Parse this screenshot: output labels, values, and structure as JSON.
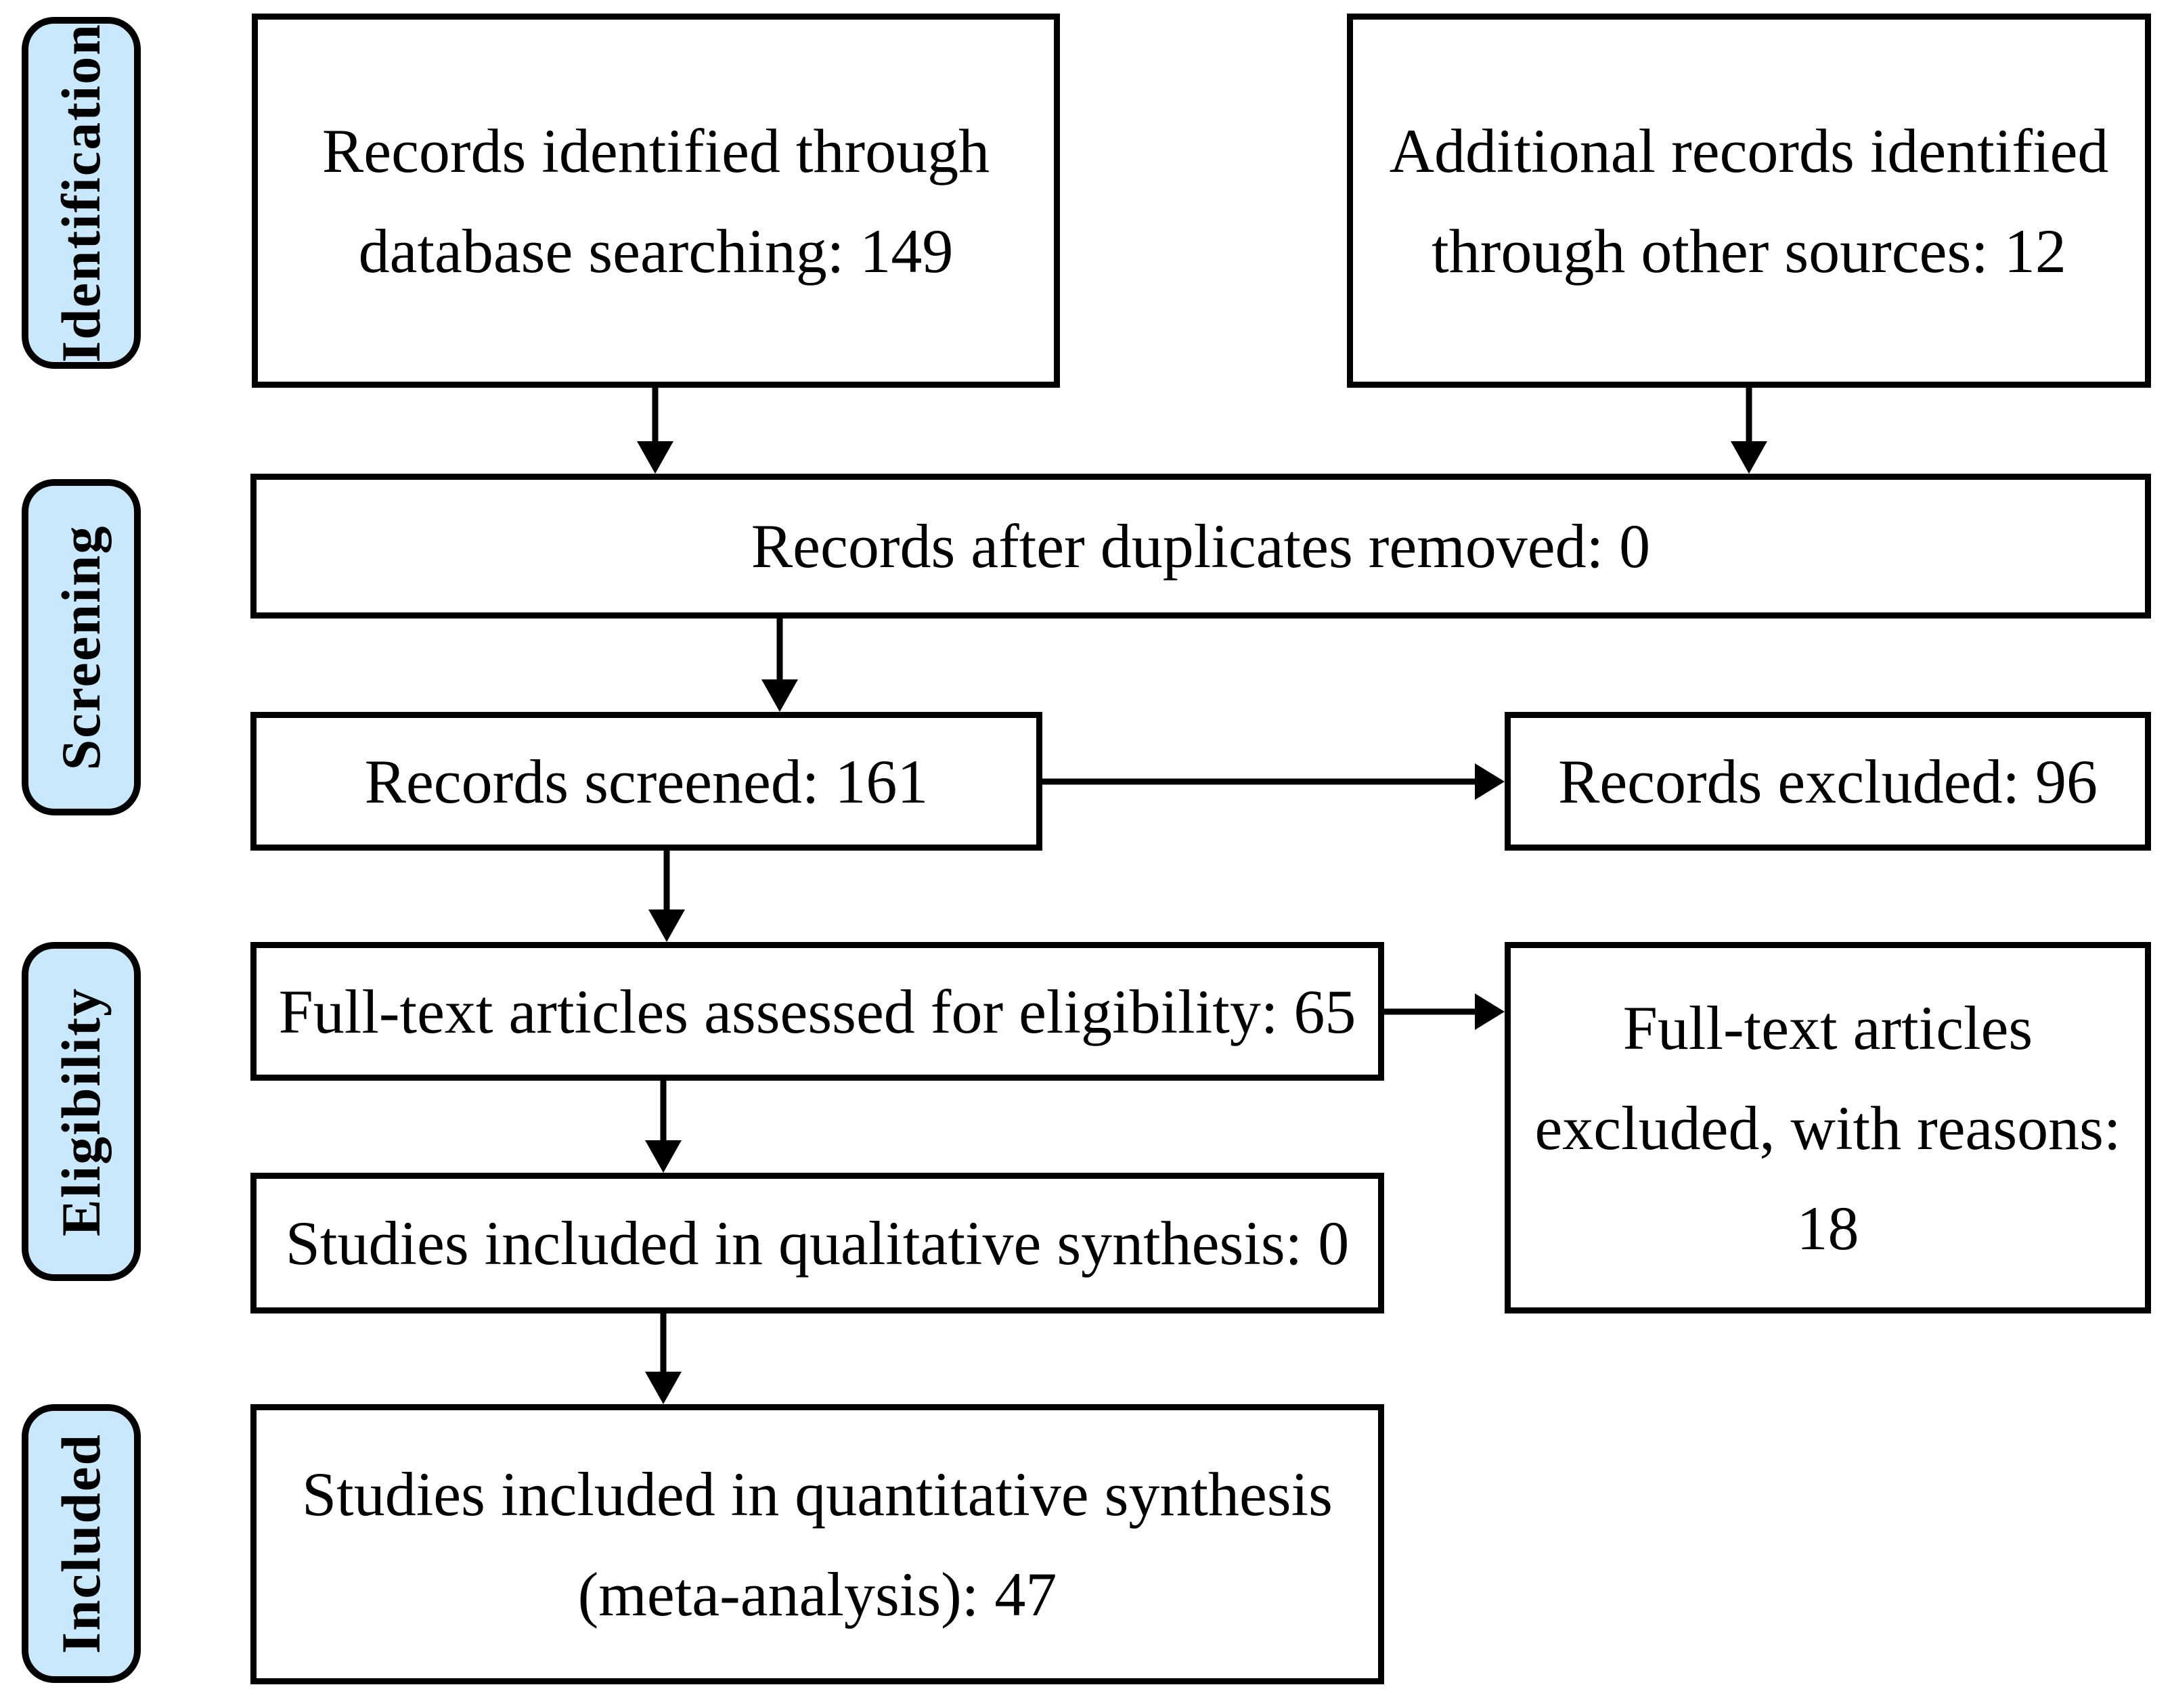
{
  "figure_type": "PRISMA flow diagram",
  "colors": {
    "stage_label_fill": "#CAE8FB",
    "border": "#000000",
    "box_fill": "#FFFFFF",
    "text": "#000000",
    "background": "#FFFFFF"
  },
  "stage_labels": {
    "identification": "Identification",
    "screening": "Screening",
    "eligibility": "Eligibility",
    "included": "Included"
  },
  "boxes": {
    "records_identified": {
      "line1": "Records identified through",
      "line2": "database searching: 149"
    },
    "additional_records": {
      "line1": "Additional records identified",
      "line2": "through other sources: 12"
    },
    "duplicates_removed": {
      "line1": "Records after duplicates removed: 0"
    },
    "records_screened": {
      "line1": "Records screened: 161"
    },
    "records_excluded": {
      "line1": "Records excluded: 96"
    },
    "fulltext_assessed": {
      "line1": "Full-text articles assessed for eligibility: 65"
    },
    "fulltext_excluded": {
      "line1": "Full-text articles",
      "line2": "excluded, with reasons:",
      "line3": "18"
    },
    "qualitative_synthesis": {
      "line1": "Studies included in qualitative synthesis: 0"
    },
    "quantitative_synthesis": {
      "line1": "Studies included in quantitative synthesis",
      "line2": "(meta-analysis): 47"
    }
  },
  "counts": {
    "database_searching": 149,
    "other_sources": 12,
    "after_duplicates_removed": 0,
    "screened": 161,
    "excluded": 96,
    "fulltext_assessed": 65,
    "fulltext_excluded_with_reasons": 18,
    "qualitative_synthesis": 0,
    "quantitative_synthesis_meta_analysis": 47
  },
  "connections": [
    {
      "from": "records_identified",
      "to": "duplicates_removed"
    },
    {
      "from": "additional_records",
      "to": "duplicates_removed"
    },
    {
      "from": "duplicates_removed",
      "to": "records_screened"
    },
    {
      "from": "records_screened",
      "to": "records_excluded"
    },
    {
      "from": "records_screened",
      "to": "fulltext_assessed"
    },
    {
      "from": "fulltext_assessed",
      "to": "fulltext_excluded"
    },
    {
      "from": "fulltext_assessed",
      "to": "qualitative_synthesis"
    },
    {
      "from": "qualitative_synthesis",
      "to": "quantitative_synthesis"
    }
  ]
}
